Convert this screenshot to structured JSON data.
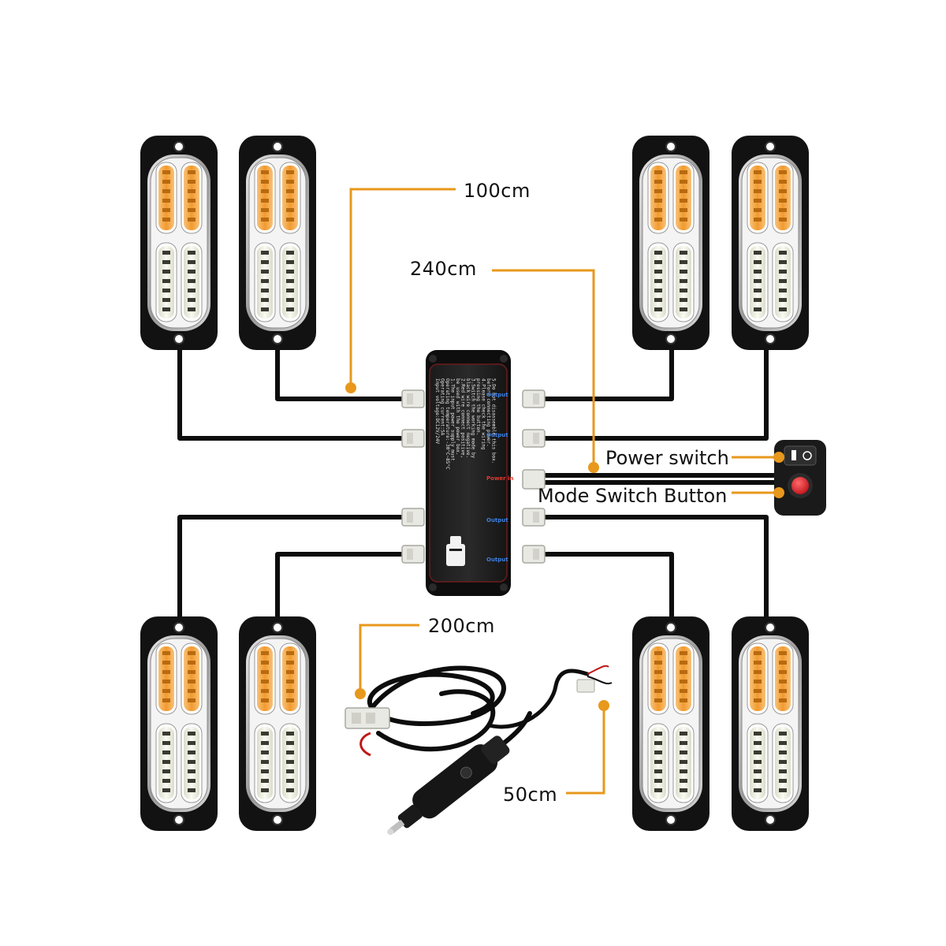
{
  "colors": {
    "callout": "#E8981C",
    "wire": "#0d0d0d",
    "amber_led": "#F2A23A",
    "white_led": "#F3F3E6",
    "housing": "#121212",
    "connector": "#E9E9E4",
    "switch_red": "#E0202A",
    "port_blue": "#3D7FE0",
    "port_red": "#E03A30"
  },
  "labels": {
    "len_100": "100cm",
    "len_240": "240cm",
    "len_200": "200cm",
    "len_50": "50cm",
    "power_switch": "Power switch",
    "mode_switch": "Mode Switch  Button"
  },
  "controller": {
    "ports": [
      "Output",
      "Output",
      "Power in",
      "Output",
      "Output"
    ],
    "panel_lines": [
      "Input voltage:DC12V/24V",
      "Operating current:5A",
      "Operating temperature:-30°C~85°C",
      "1.The input power supply must",
      "  be used with the power box.",
      "2.Red wire connect positive,",
      "  black wire connect negative.",
      "3.Switch the working mode by",
      "  pressing the button.",
      "4.Please check the wiring",
      "  before connecting power.",
      "5.Do not disassemble this box."
    ]
  },
  "icons": {
    "light_head": "strobe-light-head-icon",
    "controller": "controller-box-icon",
    "switch": "rocker-switch-icon",
    "button": "mode-button-icon",
    "harness": "power-harness-icon",
    "plug": "cigarette-lighter-plug-icon"
  }
}
